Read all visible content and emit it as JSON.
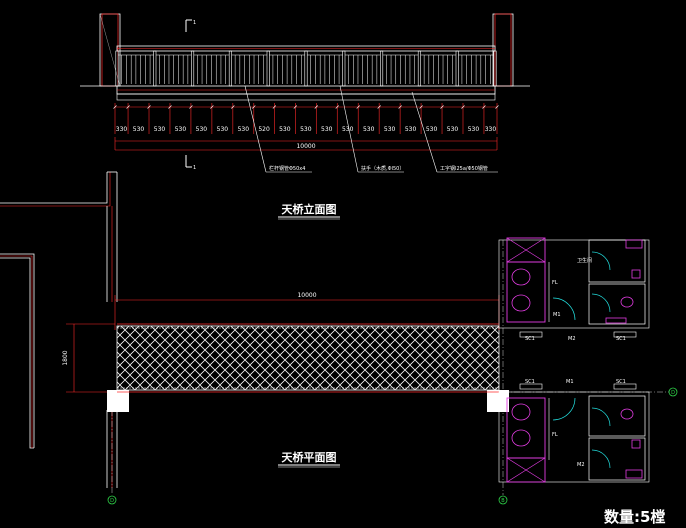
{
  "titles": {
    "elevation": "天桥立面图",
    "plan": "天桥平面图"
  },
  "quantity_note": "数量:5樘",
  "elevation": {
    "section_mark_top": "1",
    "section_mark_bottom": "1",
    "segment_dims": [
      "330",
      "530",
      "530",
      "530",
      "530",
      "530",
      "530",
      "520",
      "530",
      "530",
      "530",
      "530",
      "530",
      "530",
      "530",
      "530",
      "530",
      "530",
      "330"
    ],
    "overall_dim": "10000",
    "callouts": [
      "栏杆钢管Φ50x4",
      "扶手（木质,ΦⅠ50）",
      "工字钢Ⅰ25a/Φ50钢管"
    ]
  },
  "plan": {
    "span_dim": "10000",
    "width_dim": "1800",
    "grid_left": "D",
    "grid_right": "B",
    "grid_side": "D"
  },
  "toilets": {
    "top": {
      "labels": [
        "卫生间",
        "FL",
        "M1",
        "SC1",
        "SC1",
        "M2"
      ]
    },
    "bottom": {
      "labels": [
        "SC1",
        "SC1",
        "M1",
        "FL",
        "M2"
      ]
    }
  },
  "colors": {
    "red": "#ff2a2a",
    "white": "#ffffff",
    "magenta": "#e23ce2",
    "cyan": "#22dddd",
    "green": "#2fd84a",
    "yellow": "#f0e040"
  }
}
